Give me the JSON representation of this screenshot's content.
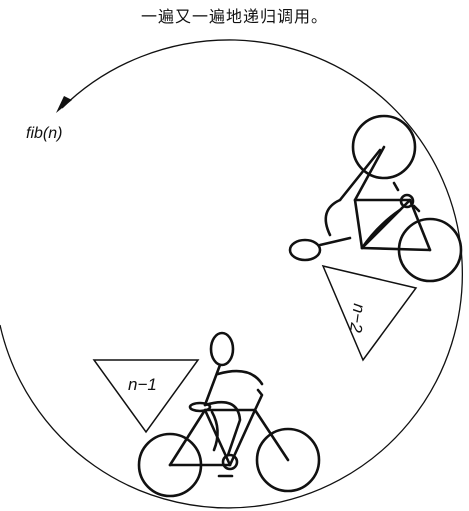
{
  "caption": "一遍又一遍地递归调用。",
  "loop_label": "fib(n)",
  "rider_lower_label": "n−1",
  "rider_upper_label": "n−2"
}
